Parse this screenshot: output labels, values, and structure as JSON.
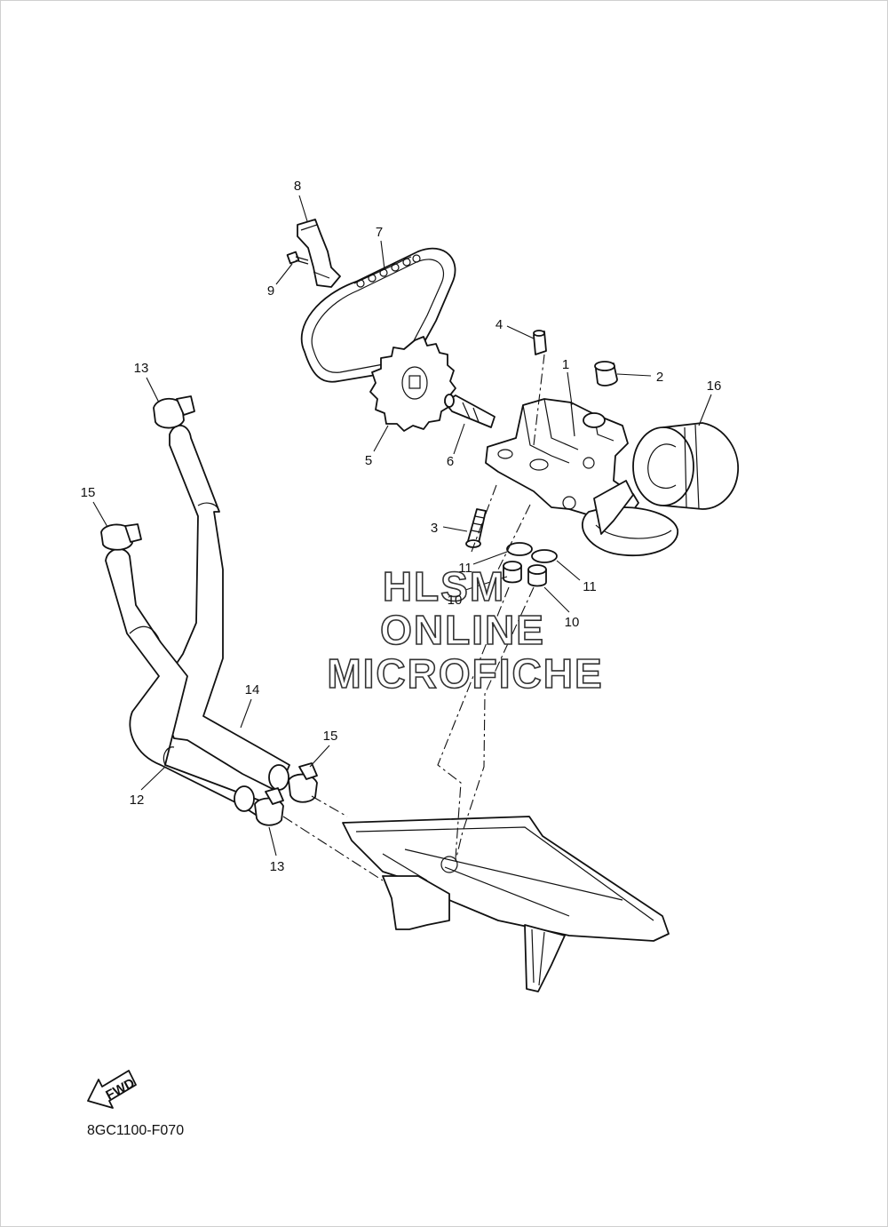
{
  "diagram": {
    "diagram_code": "8GC1100-F070",
    "fwd_label": "FWD",
    "watermark_lines": [
      "HLSM",
      "ONLINE",
      "MICROFICHE"
    ],
    "callouts": [
      {
        "id": "c1",
        "number": "1"
      },
      {
        "id": "c2",
        "number": "2"
      },
      {
        "id": "c3",
        "number": "3"
      },
      {
        "id": "c4",
        "number": "4"
      },
      {
        "id": "c5",
        "number": "5"
      },
      {
        "id": "c6",
        "number": "6"
      },
      {
        "id": "c7",
        "number": "7"
      },
      {
        "id": "c8",
        "number": "8"
      },
      {
        "id": "c9",
        "number": "9"
      },
      {
        "id": "c10a",
        "number": "10"
      },
      {
        "id": "c10b",
        "number": "10"
      },
      {
        "id": "c11a",
        "number": "11"
      },
      {
        "id": "c11b",
        "number": "11"
      },
      {
        "id": "c12",
        "number": "12"
      },
      {
        "id": "c13a",
        "number": "13"
      },
      {
        "id": "c13b",
        "number": "13"
      },
      {
        "id": "c14",
        "number": "14"
      },
      {
        "id": "c15a",
        "number": "15"
      },
      {
        "id": "c15b",
        "number": "15"
      },
      {
        "id": "c16",
        "number": "16"
      }
    ]
  }
}
